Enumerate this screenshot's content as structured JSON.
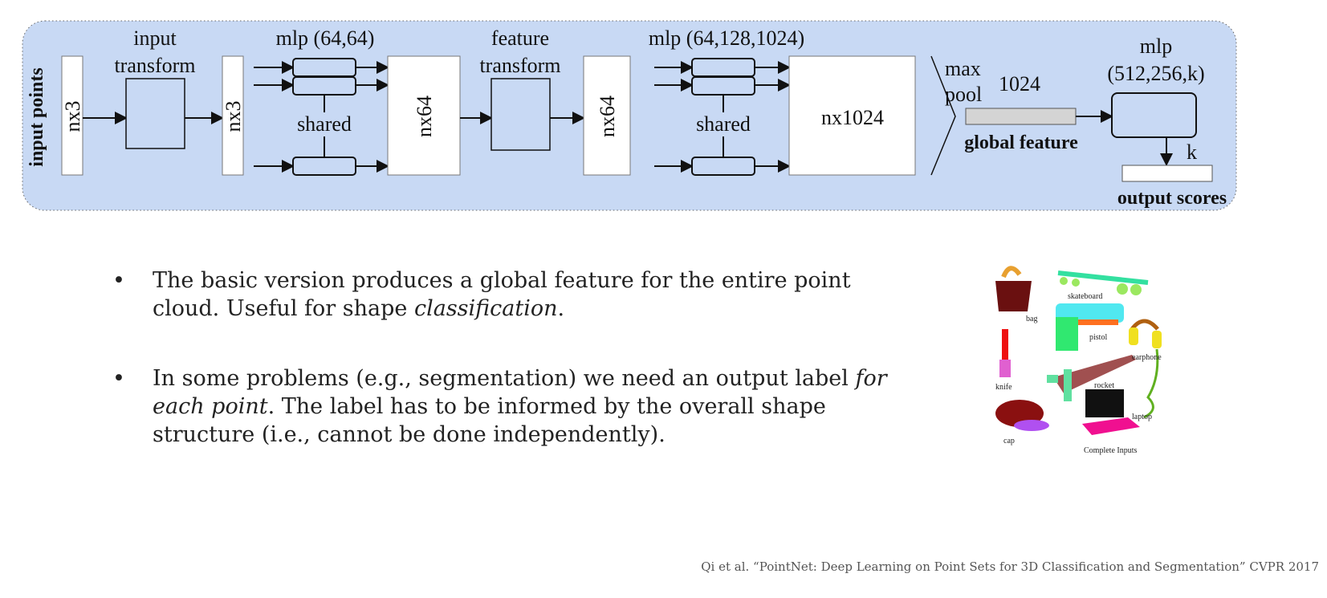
{
  "diagram": {
    "side_label": "input points",
    "input_box": "nx3",
    "input_transform": [
      "input",
      "transform"
    ],
    "transformed_box": "nx3",
    "mlp1": "mlp (64,64)",
    "shared1": "shared",
    "feat_box1": "nx64",
    "feature_transform": [
      "feature",
      "transform"
    ],
    "feat_box2": "nx64",
    "mlp2": "mlp (64,128,1024)",
    "shared2": "shared",
    "feat_box3": "nx1024",
    "max_pool": [
      "max",
      "pool"
    ],
    "global_dim": "1024",
    "global_feature": "global feature",
    "mlp3": [
      "mlp",
      "(512,256,k)"
    ],
    "k": "k",
    "output_scores": "output scores",
    "colors": {
      "panel": "#c8d9f4",
      "box": "#ffffff",
      "mlp_box": "#c8d9f4",
      "global_bar": "#d4d4d4"
    }
  },
  "bullets": [
    {
      "text": "The basic version produces a global feature for the entire point cloud. Useful for shape ",
      "em": "classification",
      "tail": "."
    },
    {
      "pre": "In some problems (e.g., segmentation) we need an output label ",
      "em": "for each point",
      "text": ". The label has to be informed by the overall shape structure (i.e., cannot be done independently)."
    }
  ],
  "bullet_symbol": "•",
  "figure": {
    "labels": [
      "bag",
      "skateboard",
      "pistol",
      "earphone",
      "knife",
      "rocket",
      "cap",
      "laptop"
    ],
    "caption": "Complete Inputs"
  },
  "citation": "Qi et al. “PointNet: Deep Learning on Point Sets for 3D Classification and Segmentation” CVPR 2017"
}
